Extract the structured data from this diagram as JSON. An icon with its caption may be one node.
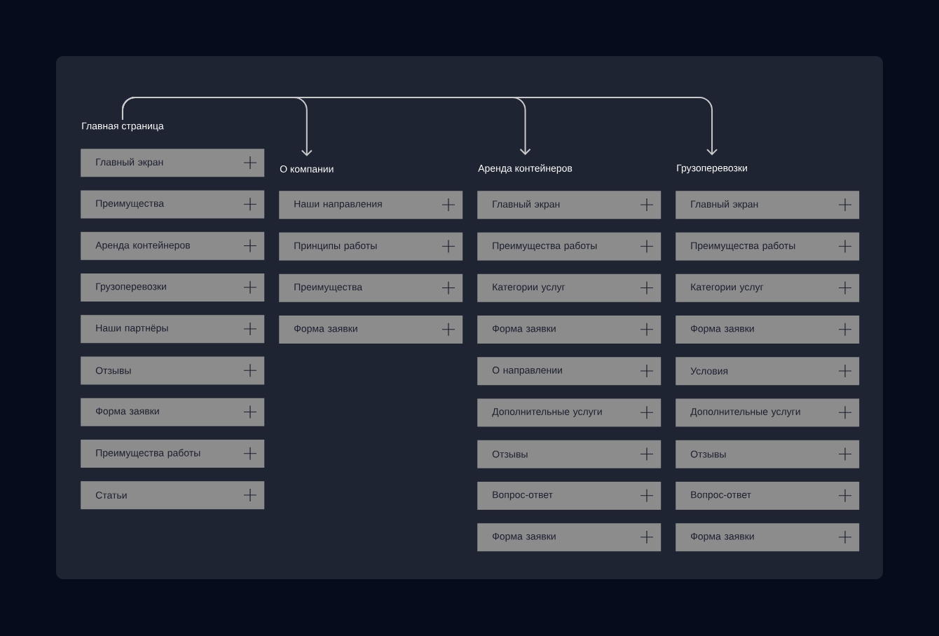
{
  "diagram": {
    "nodes": [
      {
        "text": [
          "Главная страница"
        ]
      },
      {
        "text": [
          "Главный экран"
        ]
      },
      {
        "text": [
          "Преимущества"
        ]
      },
      {
        "text": [
          "Аренда контейнеров"
        ]
      },
      {
        "text": [
          "Грузоперевозки"
        ]
      },
      {
        "text": [
          "Наши партнёры"
        ]
      },
      {
        "text": [
          "Отзывы"
        ]
      },
      {
        "text": [
          "Форма заявки"
        ]
      },
      {
        "text": [
          "Преимущества работы"
        ]
      },
      {
        "text": [
          "Статьи"
        ]
      },
      {
        "text": [
          "О компании"
        ]
      },
      {
        "text": [
          "Наши направления"
        ]
      },
      {
        "text": [
          "Принципы работы"
        ]
      },
      {
        "text": [
          "Преимущества"
        ]
      },
      {
        "text": [
          "Форма заявки"
        ]
      },
      {
        "text": [
          "Аренда контейнеров"
        ]
      },
      {
        "text": [
          "Главный экран"
        ]
      },
      {
        "text": [
          "Преимущества работы"
        ]
      },
      {
        "text": [
          "Категории услуг"
        ]
      },
      {
        "text": [
          "Форма заявки"
        ]
      },
      {
        "text": [
          "О направлении"
        ]
      },
      {
        "text": [
          "Дополнительные услуги"
        ]
      },
      {
        "text": [
          "Отзывы"
        ]
      },
      {
        "text": [
          "Вопрос-ответ"
        ]
      },
      {
        "text": [
          "Форма заявки"
        ]
      },
      {
        "text": [
          "Грузоперевозки"
        ]
      },
      {
        "text": [
          "Главный экран"
        ]
      },
      {
        "text": [
          "Преимущества работы"
        ]
      },
      {
        "text": [
          "Категории услуг"
        ]
      },
      {
        "text": [
          "Форма заявки"
        ]
      },
      {
        "text": [
          "Условия"
        ]
      },
      {
        "text": [
          "Дополнительные услуги"
        ]
      },
      {
        "text": [
          "Отзывы"
        ]
      },
      {
        "text": [
          "Вопрос-ответ"
        ]
      },
      {
        "text": [
          "Форма заявки"
        ]
      }
    ],
    "edges": [
      {
        "from": 0,
        "to": 10,
        "arrow": "to"
      },
      {
        "from": 0,
        "to": 15,
        "arrow": "to"
      },
      {
        "from": 0,
        "to": 25,
        "arrow": "to"
      }
    ]
  }
}
